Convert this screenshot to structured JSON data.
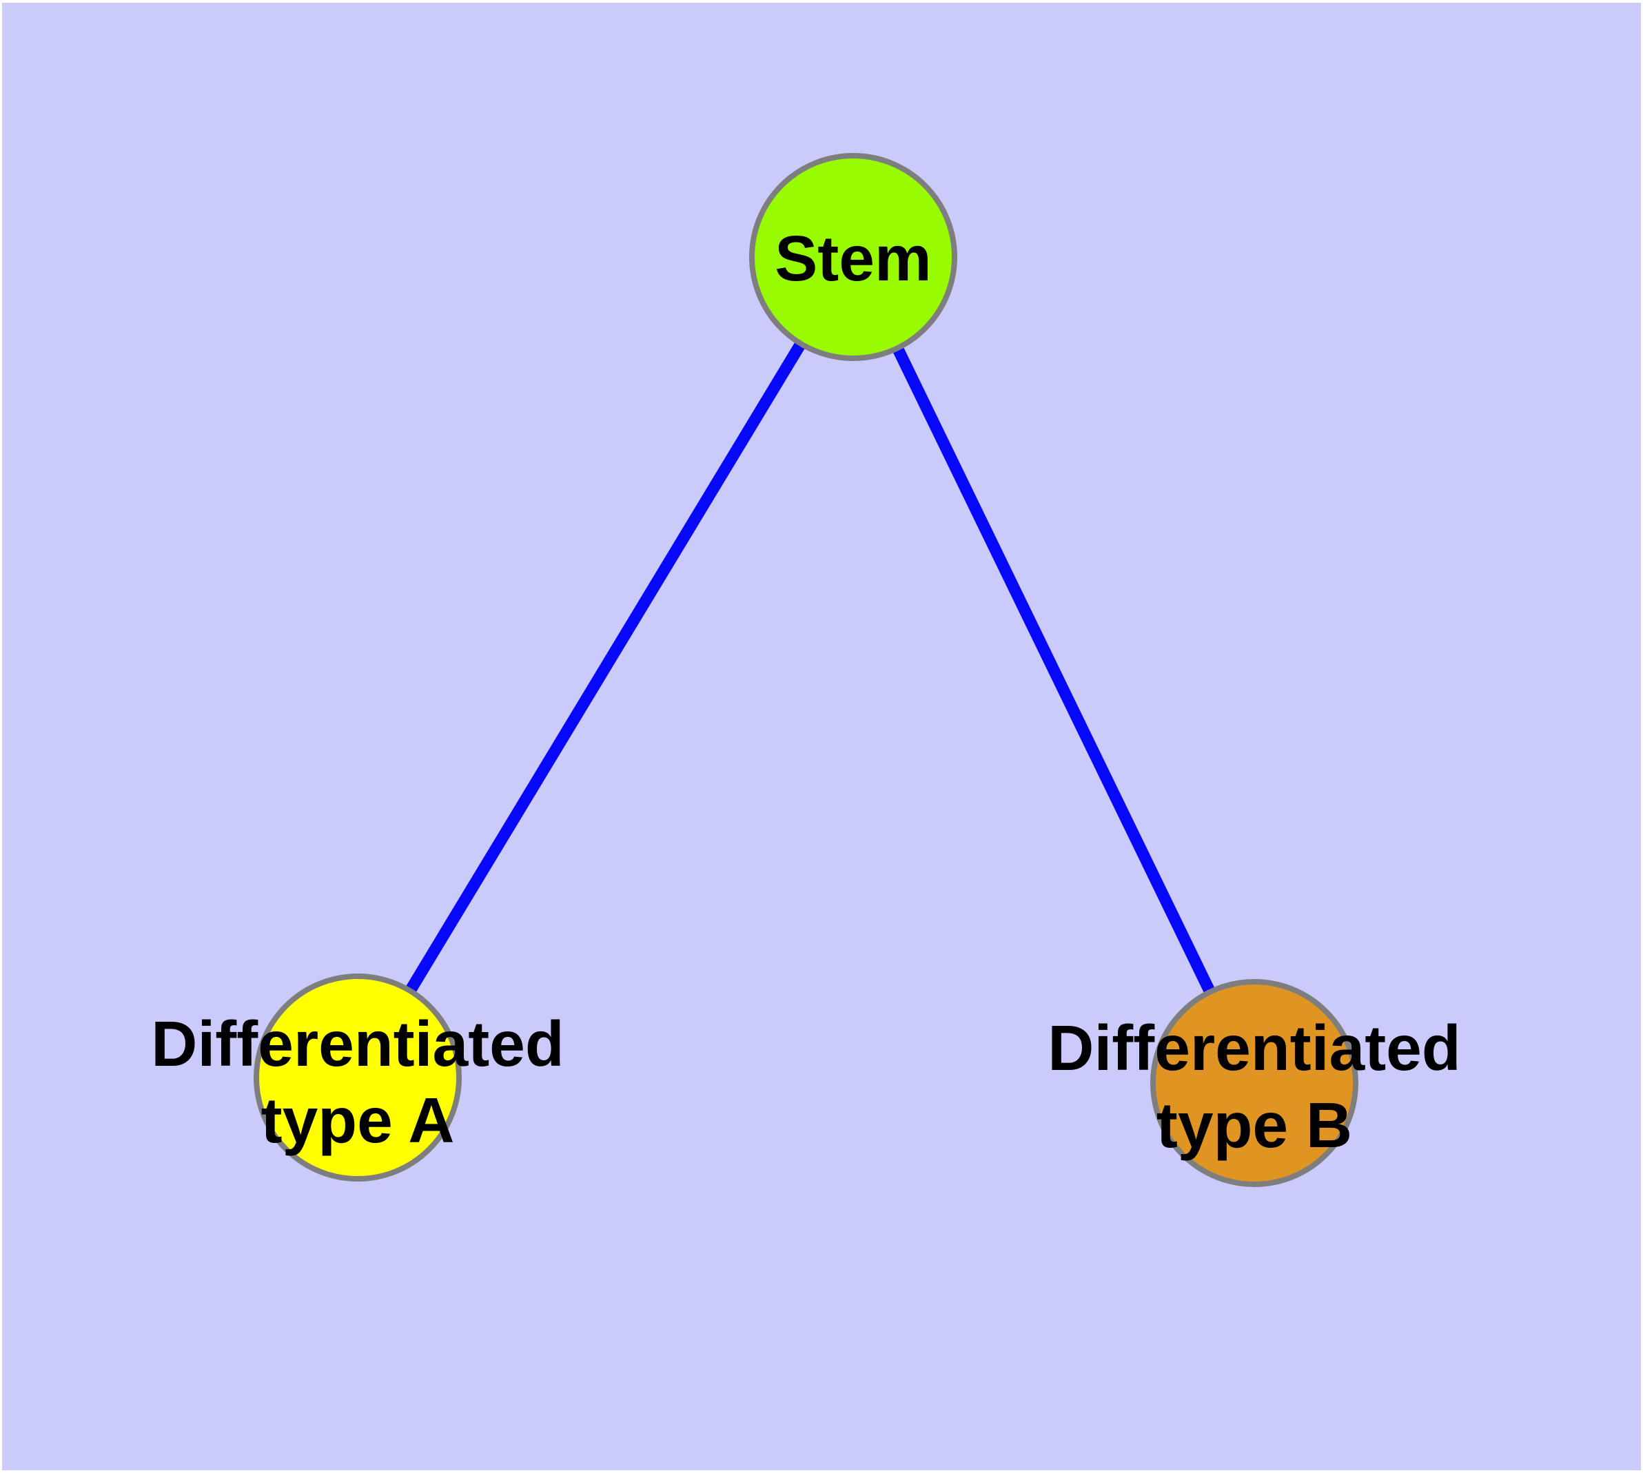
{
  "diagram": {
    "title": "",
    "canvas_background_color": "#cacbfa",
    "page_margin_color": "#ffffff",
    "edge_color": "#0707fa",
    "node_border_color": "#7e7e7e",
    "label_color": "#000000",
    "nodes": [
      {
        "id": "stem",
        "label": "Stem",
        "label_lines": [
          "Stem"
        ],
        "color": "#99fb01",
        "position": "top-center"
      },
      {
        "id": "differentiated-type-a",
        "label": "Differentiated type A",
        "label_lines": [
          "Differentiated",
          "type A"
        ],
        "color": "#ffff00",
        "position": "bottom-left"
      },
      {
        "id": "differentiated-type-b",
        "label": "Differentiated type B",
        "label_lines": [
          "Differentiated",
          "type B"
        ],
        "color": "#e09422",
        "position": "bottom-right"
      }
    ],
    "edges": [
      {
        "from": "Stem",
        "to": "Differentiated type A"
      },
      {
        "from": "Stem",
        "to": "Differentiated type B"
      }
    ]
  }
}
